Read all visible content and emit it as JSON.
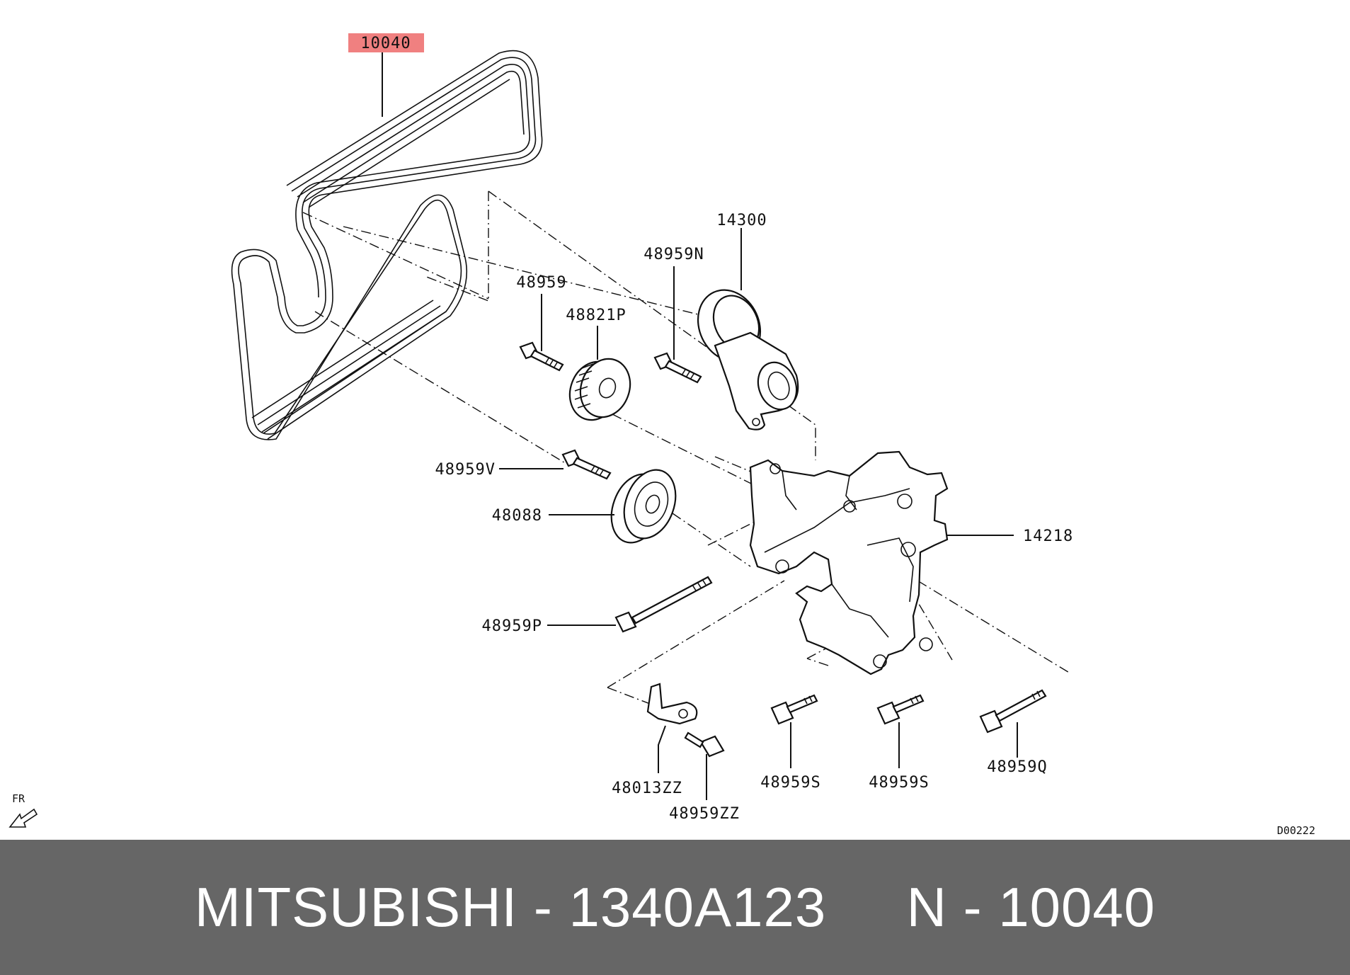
{
  "diagram": {
    "drawing_code": "D00222",
    "orientation_label": "FR",
    "highlight_color": "#f08080",
    "callouts": [
      {
        "id": "belt",
        "number": "10040",
        "highlighted": true
      },
      {
        "id": "auto-tensioner",
        "number": "14300"
      },
      {
        "id": "tensioner-bolt",
        "number": "48959N"
      },
      {
        "id": "idler-bolt-upper",
        "number": "48959"
      },
      {
        "id": "idler-pulley-upper",
        "number": "48821P"
      },
      {
        "id": "idler-bolt-lower",
        "number": "48959V"
      },
      {
        "id": "idler-pulley-lower",
        "number": "48088"
      },
      {
        "id": "bracket",
        "number": "14218"
      },
      {
        "id": "long-bolt",
        "number": "48959P"
      },
      {
        "id": "clip-bracket",
        "number": "48013ZZ"
      },
      {
        "id": "clip-bolt",
        "number": "48959ZZ"
      },
      {
        "id": "bracket-bolt-1",
        "number": "48959S"
      },
      {
        "id": "bracket-bolt-2",
        "number": "48959S"
      },
      {
        "id": "bracket-bolt-3",
        "number": "48959Q"
      }
    ]
  },
  "footer": {
    "brand": "MITSUBISHI",
    "part_number": "1340A123",
    "ref_prefix": "N",
    "ref_number": "10040",
    "background": "#666666",
    "text_color": "#ffffff"
  }
}
